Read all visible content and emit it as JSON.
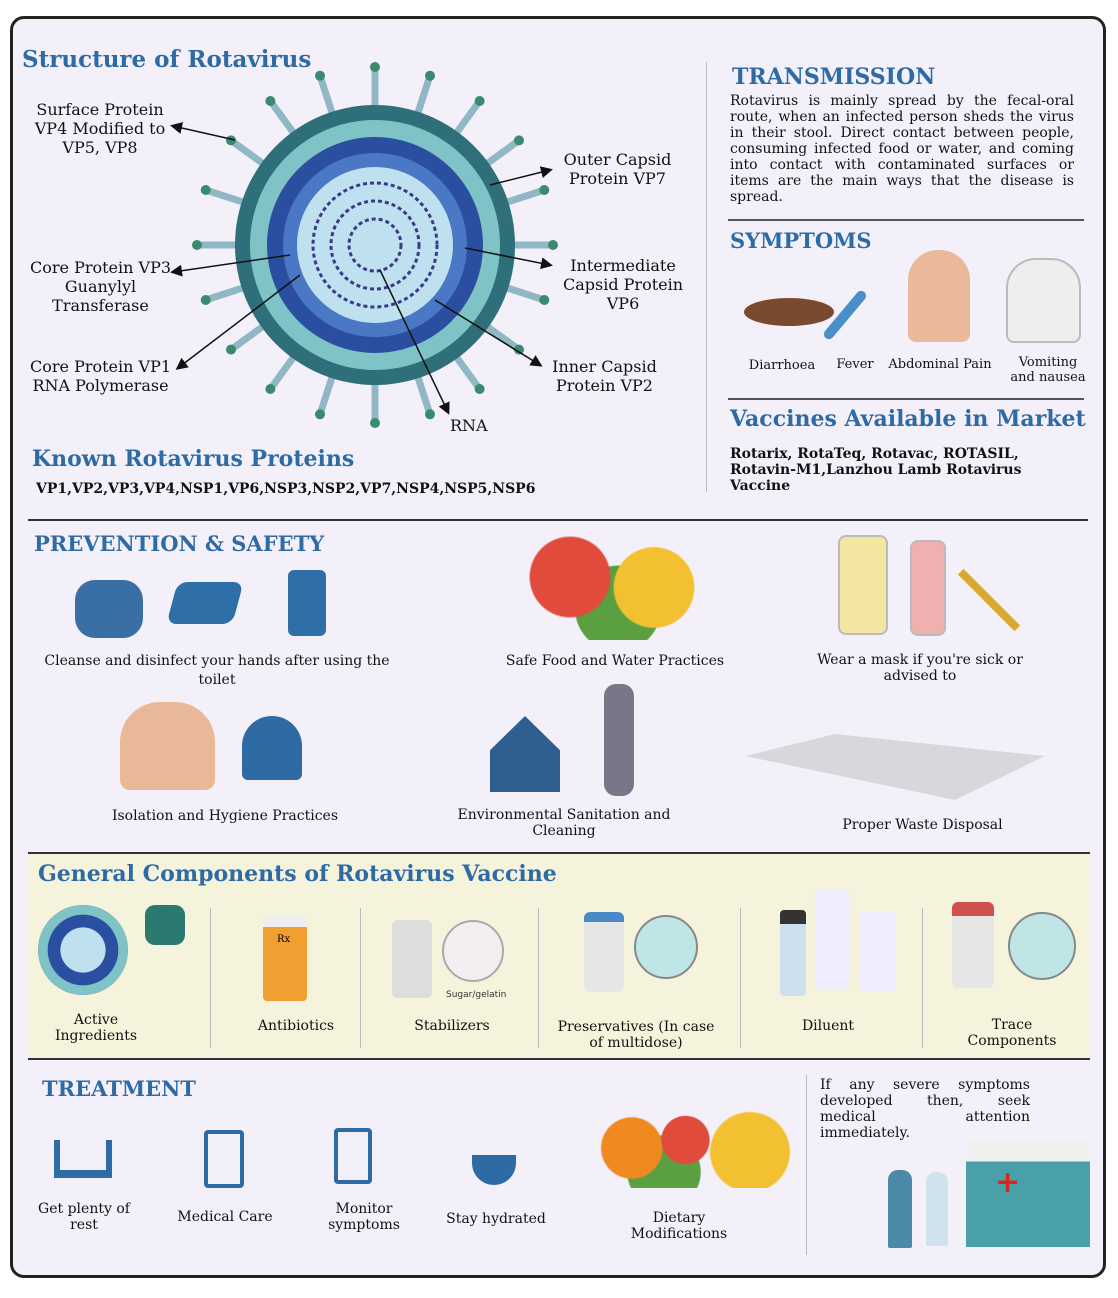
{
  "structure": {
    "title": "Structure of Rotavirus",
    "labels": {
      "vp4": "Surface Protein VP4 Modified to VP5, VP8",
      "vp7": "Outer Capsid Protein VP7",
      "vp3": "Core Protein VP3 Guanylyl Transferase",
      "vp6": "Intermediate Capsid Protein VP6",
      "vp1": "Core Protein VP1 RNA Polymerase",
      "vp2": "Inner Capsid Protein VP2",
      "rna": "RNA"
    }
  },
  "proteins": {
    "title": "Known Rotavirus Proteins",
    "list": "VP1,VP2,VP3,VP4,NSP1,VP6,NSP3,NSP2,VP7,NSP4,NSP5,NSP6"
  },
  "transmission": {
    "title": "TRANSMISSION",
    "text": "Rotavirus is mainly spread by the fecal-oral route, when an infected person sheds the virus in their stool. Direct contact between people, consuming infected food or water, and coming into contact with contaminated surfaces or items are the main ways that the disease is spread."
  },
  "symptoms": {
    "title": "SYMPTOMS",
    "items": [
      "Diarrhoea",
      "Fever",
      "Abdominal Pain",
      "Vomiting and nausea"
    ]
  },
  "vaccines": {
    "title": "Vaccines Available in Market",
    "text": "Rotarix, RotaTeq, Rotavac, ROTASIL, Rotavin-M1,Lanzhou Lamb Rotavirus Vaccine"
  },
  "prevention": {
    "title": "PREVENTION & SAFETY",
    "items": [
      "Cleanse and disinfect your hands after using the toilet",
      "Safe Food and Water Practices",
      "Wear a mask if you're sick or advised to",
      "Isolation and Hygiene Practices",
      "Environmental Sanitation and Cleaning",
      "Proper Waste Disposal"
    ]
  },
  "components": {
    "title": "General Components of Rotavirus Vaccine",
    "items": [
      "Active Ingredients",
      "Antibiotics",
      "Stabilizers",
      "Preservatives (In case of multidose)",
      "Diluent",
      "Trace Components"
    ],
    "sugar_label": "Sugar/gelatin",
    "rx": "Rx"
  },
  "treatment": {
    "title": "TREATMENT",
    "items": [
      "Get plenty of rest",
      "Medical Care",
      "Monitor symptoms",
      "Stay hydrated",
      "Dietary Modifications"
    ],
    "note": "If any severe symptoms developed then, seek medical attention immediately."
  },
  "colors": {
    "heading": "#2e6aa3",
    "background": "#f4f0fa",
    "components_bg": "#f6f3dc"
  }
}
